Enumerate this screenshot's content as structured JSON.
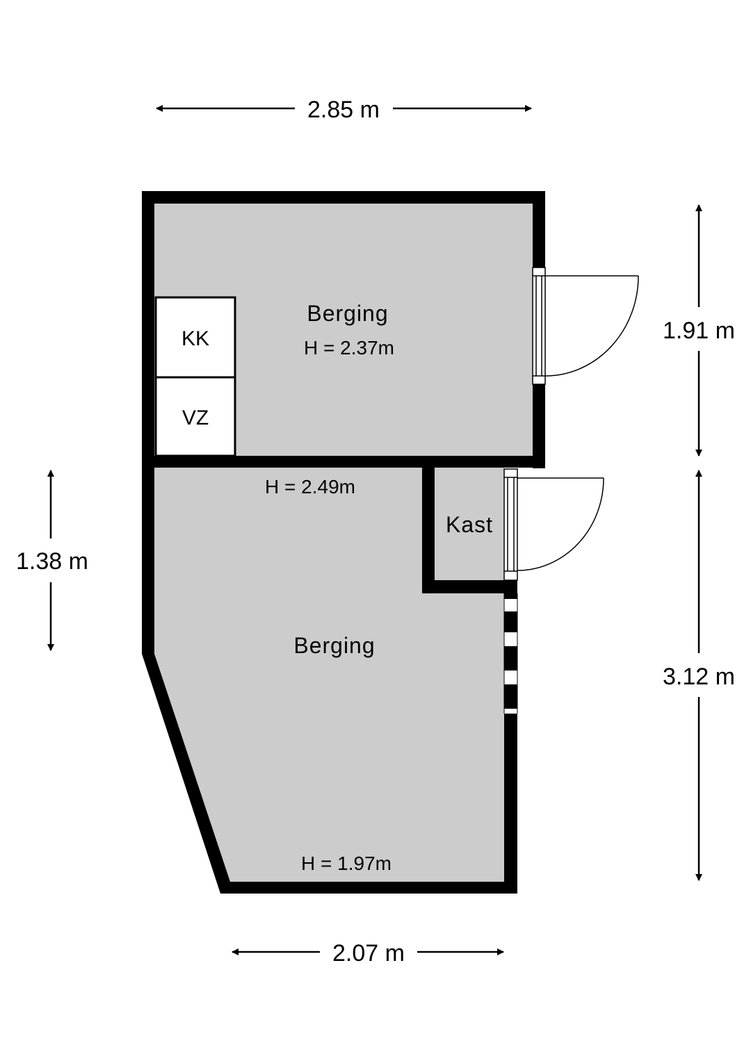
{
  "dimensions": {
    "top_width": "2.85 m",
    "bottom_width": "2.07 m",
    "left_height": "1.38 m",
    "right_upper_height": "1.91 m",
    "right_lower_height": "3.12 m"
  },
  "rooms": {
    "upper": {
      "name": "Berging",
      "height": "H = 2.37m"
    },
    "lower": {
      "name": "Berging",
      "height_top": "H = 2.49m",
      "height_bottom": "H = 1.97m"
    },
    "closet": {
      "name": "Kast"
    }
  },
  "fixtures": {
    "kk": "KK",
    "vz": "VZ"
  },
  "colors": {
    "wall": "#000000",
    "floor": "#cccccc",
    "fixture": "#ffffff"
  }
}
